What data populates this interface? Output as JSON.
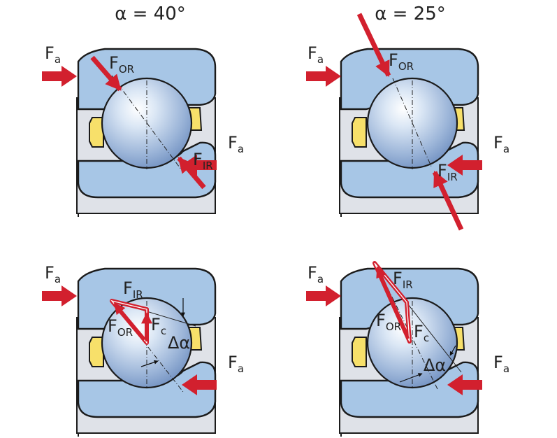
{
  "titles": {
    "left": "α = 40°",
    "right": "α = 25°"
  },
  "labels": {
    "fa": "F",
    "fa_sub": "a",
    "for": "F",
    "for_sub": "OR",
    "fir": "F",
    "fir_sub": "IR",
    "fc": "F",
    "fc_sub": "c",
    "delta_alpha": "Δα"
  },
  "colors": {
    "ring": "#a7c6e6",
    "ring_edge": "#1b1b1b",
    "bore": "#dfe2e8",
    "cage": "#f7e06a",
    "arrow": "#d2202e",
    "ball_light": "#ffffff",
    "ball_dark": "#6f8fc0"
  }
}
